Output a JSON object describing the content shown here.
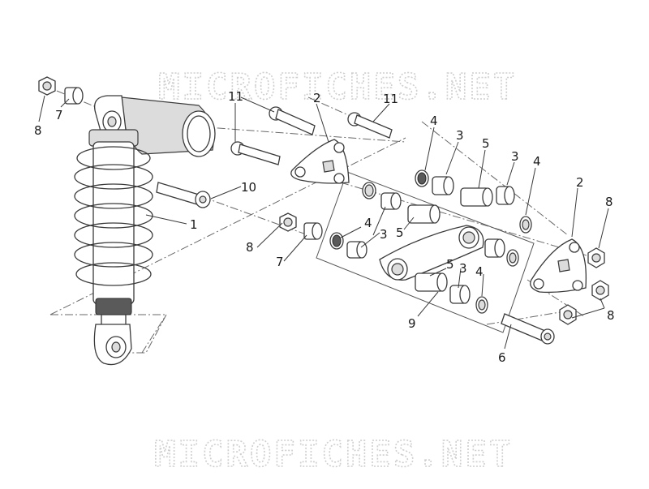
{
  "watermark": {
    "top_text": "MICROFICHES.NET",
    "bottom_text": "MICROFICHES.NET"
  },
  "callouts": {
    "shock_absorber": "1",
    "bracket_upper": "2",
    "bracket_right": "2",
    "bushing_a": "3",
    "bushing_b": "3",
    "bushing_c": "3",
    "bushing_d": "3",
    "seal_ring_a": "4",
    "seal_ring_b": "4",
    "seal_ring_c": "4",
    "seal_ring_d": "4",
    "spacer_a": "5",
    "spacer_b": "5",
    "spacer_c": "5",
    "bolt_lower": "6",
    "washer_top": "7",
    "washer_mid": "7",
    "nut_top": "8",
    "nut_mid": "8",
    "nut_right_a": "8",
    "nut_right_b": "8",
    "linkage_assembly": "9",
    "bolt_shock": "10",
    "bolt_a": "11",
    "bolt_b": "11"
  }
}
